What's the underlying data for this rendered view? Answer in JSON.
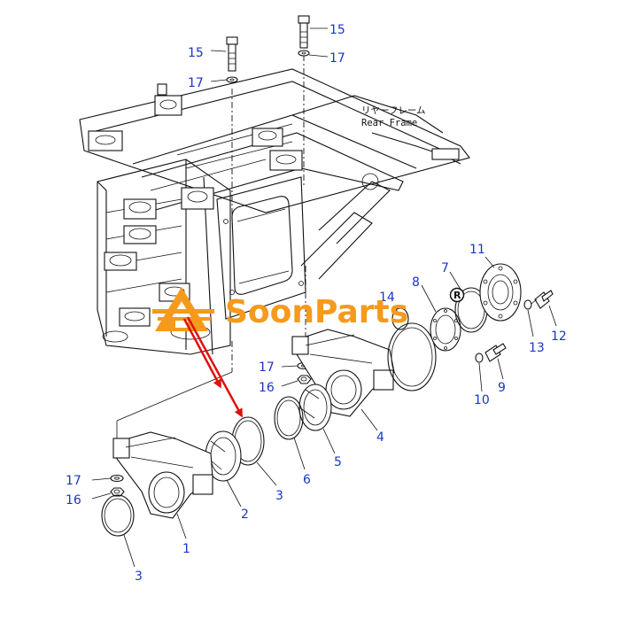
{
  "frame_label": {
    "jp": "リヤーフレーム",
    "en": "Rear Frame"
  },
  "watermark": {
    "text": "SoonParts",
    "reg": "R",
    "color": "#f59a1b",
    "arrow_color": "#e01010"
  },
  "callouts": {
    "c15a": "15",
    "c15b": "15",
    "c17a": "17",
    "c17b": "17",
    "c17c": "17",
    "c16a": "16",
    "c17d": "17",
    "c16b": "16",
    "c3a": "3",
    "c1": "1",
    "c2": "2",
    "c3b": "3",
    "c6": "6",
    "c5": "5",
    "c4": "4",
    "c14": "14",
    "c8": "8",
    "c7": "7",
    "c11": "11",
    "c12": "12",
    "c13": "13",
    "c9": "9",
    "c10": "10"
  },
  "colors": {
    "callout": "#1a35c8",
    "linework": "#111111"
  }
}
